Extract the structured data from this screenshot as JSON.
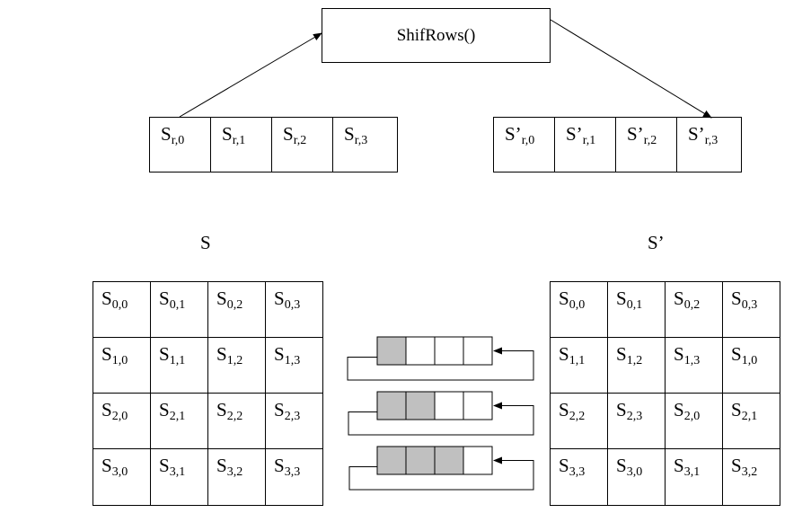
{
  "shift_rows": {
    "label": "ShifRows()"
  },
  "input_row": {
    "cells": [
      {
        "base": "S",
        "sub": "r,0"
      },
      {
        "base": "S",
        "sub": "r,1"
      },
      {
        "base": "S",
        "sub": "r,2"
      },
      {
        "base": "S",
        "sub": "r,3"
      }
    ]
  },
  "output_row": {
    "cells": [
      {
        "base": "S’",
        "sub": "r,0"
      },
      {
        "base": "S’",
        "sub": "r,1"
      },
      {
        "base": "S’",
        "sub": "r,2"
      },
      {
        "base": "S’",
        "sub": "r,3"
      }
    ]
  },
  "state_s": {
    "label": "S",
    "rows": [
      [
        "0,0",
        "0,1",
        "0,2",
        "0,3"
      ],
      [
        "1,0",
        "1,1",
        "1,2",
        "1,3"
      ],
      [
        "2,0",
        "2,1",
        "2,2",
        "2,3"
      ],
      [
        "3,0",
        "3,1",
        "3,2",
        "3,3"
      ]
    ]
  },
  "state_s_prime": {
    "label": "S’",
    "rows": [
      [
        "0,0",
        "0,1",
        "0,2",
        "0,3"
      ],
      [
        "1,1",
        "1,2",
        "1,3",
        "1,0"
      ],
      [
        "2,2",
        "2,3",
        "2,0",
        "2,1"
      ],
      [
        "3,3",
        "3,0",
        "3,1",
        "3,2"
      ]
    ]
  },
  "shifters": [
    {
      "shift": 1
    },
    {
      "shift": 2
    },
    {
      "shift": 3
    }
  ],
  "colors": {
    "shaded": "#c0c0c0",
    "line": "#000000"
  }
}
